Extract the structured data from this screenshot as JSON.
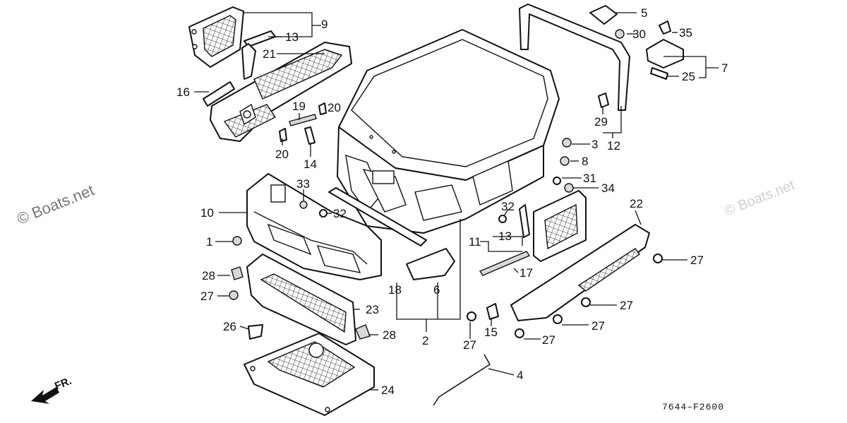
{
  "watermark": {
    "main": "© Boats.net",
    "faint": "© Boats.net"
  },
  "direction_marker": {
    "label": "FR."
  },
  "drawing_code": "7644–F2600",
  "callouts": [
    {
      "id": "c9",
      "text": "9"
    },
    {
      "id": "c13a",
      "text": "13"
    },
    {
      "id": "c21",
      "text": "21"
    },
    {
      "id": "c16",
      "text": "16"
    },
    {
      "id": "c19",
      "text": "19"
    },
    {
      "id": "c20a",
      "text": "20"
    },
    {
      "id": "c20b",
      "text": "20"
    },
    {
      "id": "c14",
      "text": "14"
    },
    {
      "id": "c33",
      "text": "33"
    },
    {
      "id": "c32a",
      "text": "32"
    },
    {
      "id": "c10",
      "text": "10"
    },
    {
      "id": "c1",
      "text": "1"
    },
    {
      "id": "c28a",
      "text": "28"
    },
    {
      "id": "c27a",
      "text": "27"
    },
    {
      "id": "c23",
      "text": "23"
    },
    {
      "id": "c26",
      "text": "26"
    },
    {
      "id": "c28b",
      "text": "28"
    },
    {
      "id": "c24",
      "text": "24"
    },
    {
      "id": "c18",
      "text": "18"
    },
    {
      "id": "c6",
      "text": "6"
    },
    {
      "id": "c2",
      "text": "2"
    },
    {
      "id": "c4",
      "text": "4"
    },
    {
      "id": "c27b",
      "text": "27"
    },
    {
      "id": "c15",
      "text": "15"
    },
    {
      "id": "c17",
      "text": "17"
    },
    {
      "id": "c11",
      "text": "11"
    },
    {
      "id": "c13b",
      "text": "13"
    },
    {
      "id": "c32b",
      "text": "32"
    },
    {
      "id": "c5",
      "text": "5"
    },
    {
      "id": "c30",
      "text": "30"
    },
    {
      "id": "c35",
      "text": "35"
    },
    {
      "id": "c7",
      "text": "7"
    },
    {
      "id": "c25",
      "text": "25"
    },
    {
      "id": "c29",
      "text": "29"
    },
    {
      "id": "c12",
      "text": "12"
    },
    {
      "id": "c3",
      "text": "3"
    },
    {
      "id": "c8",
      "text": "8"
    },
    {
      "id": "c31",
      "text": "31"
    },
    {
      "id": "c34",
      "text": "34"
    },
    {
      "id": "c22",
      "text": "22"
    },
    {
      "id": "c27c",
      "text": "27"
    },
    {
      "id": "c27d",
      "text": "27"
    },
    {
      "id": "c27e",
      "text": "27"
    },
    {
      "id": "c27f",
      "text": "27"
    }
  ]
}
